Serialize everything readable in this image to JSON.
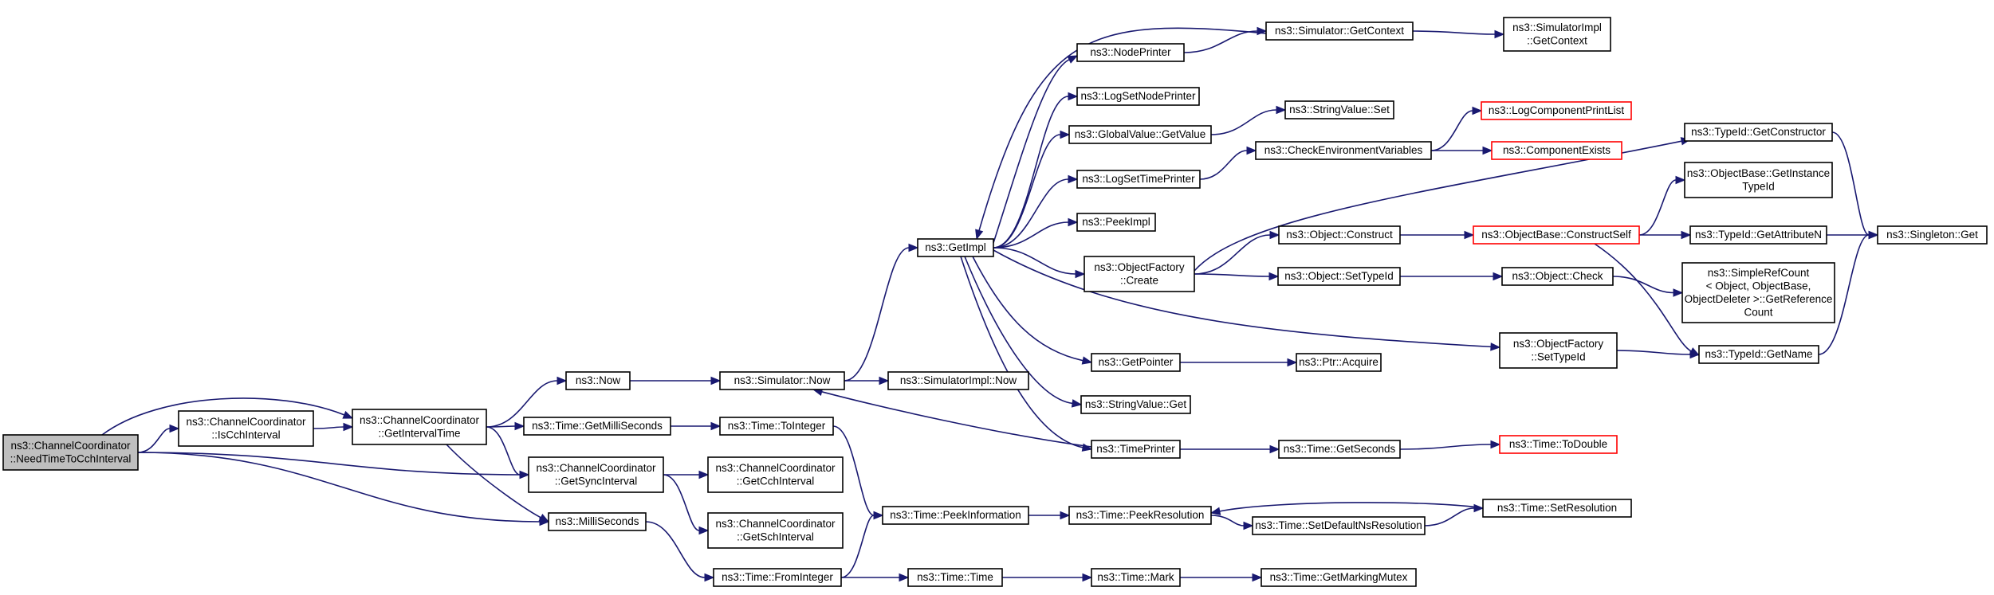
{
  "nodes": [
    {
      "id": "root",
      "lines": [
        "ns3::ChannelCoordinator",
        "::NeedTimeToCchInterval"
      ],
      "style": "root"
    },
    {
      "id": "iscch",
      "lines": [
        "ns3::ChannelCoordinator",
        "::IsCchInterval"
      ]
    },
    {
      "id": "getinterval",
      "lines": [
        "ns3::ChannelCoordinator",
        "::GetIntervalTime"
      ]
    },
    {
      "id": "now",
      "lines": [
        "ns3::Now"
      ]
    },
    {
      "id": "getms",
      "lines": [
        "ns3::Time::GetMilliSeconds"
      ]
    },
    {
      "id": "getsync",
      "lines": [
        "ns3::ChannelCoordinator",
        "::GetSyncInterval"
      ]
    },
    {
      "id": "millis",
      "lines": [
        "ns3::MilliSeconds"
      ]
    },
    {
      "id": "simnow",
      "lines": [
        "ns3::Simulator::Now"
      ]
    },
    {
      "id": "tointeger",
      "lines": [
        "ns3::Time::ToInteger"
      ]
    },
    {
      "id": "getcch",
      "lines": [
        "ns3::ChannelCoordinator",
        "::GetCchInterval"
      ]
    },
    {
      "id": "getsch",
      "lines": [
        "ns3::ChannelCoordinator",
        "::GetSchInterval"
      ]
    },
    {
      "id": "frominteger",
      "lines": [
        "ns3::Time::FromInteger"
      ]
    },
    {
      "id": "getimpl",
      "lines": [
        "ns3::GetImpl"
      ]
    },
    {
      "id": "simimplnow",
      "lines": [
        "ns3::SimulatorImpl::Now"
      ]
    },
    {
      "id": "peekinfo",
      "lines": [
        "ns3::Time::PeekInformation"
      ]
    },
    {
      "id": "timetime",
      "lines": [
        "ns3::Time::Time"
      ]
    },
    {
      "id": "nodeprinter",
      "lines": [
        "ns3::NodePrinter"
      ]
    },
    {
      "id": "logsetnode",
      "lines": [
        "ns3::LogSetNodePrinter"
      ]
    },
    {
      "id": "gvgetvalue",
      "lines": [
        "ns3::GlobalValue::GetValue"
      ]
    },
    {
      "id": "logsettime",
      "lines": [
        "ns3::LogSetTimePrinter"
      ]
    },
    {
      "id": "peekimpl",
      "lines": [
        "ns3::PeekImpl"
      ]
    },
    {
      "id": "ofcreate",
      "lines": [
        "ns3::ObjectFactory",
        "::Create"
      ]
    },
    {
      "id": "getpointer",
      "lines": [
        "ns3::GetPointer"
      ]
    },
    {
      "id": "svget",
      "lines": [
        "ns3::StringValue::Get"
      ]
    },
    {
      "id": "timeprinter",
      "lines": [
        "ns3::TimePrinter"
      ]
    },
    {
      "id": "peekres",
      "lines": [
        "ns3::Time::PeekResolution"
      ]
    },
    {
      "id": "mark",
      "lines": [
        "ns3::Time::Mark"
      ]
    },
    {
      "id": "simgetctx",
      "lines": [
        "ns3::Simulator::GetContext"
      ]
    },
    {
      "id": "svset",
      "lines": [
        "ns3::StringValue::Set"
      ]
    },
    {
      "id": "checkenv",
      "lines": [
        "ns3::CheckEnvironmentVariables"
      ]
    },
    {
      "id": "objconstruct",
      "lines": [
        "ns3::Object::Construct"
      ]
    },
    {
      "id": "objsettypeid",
      "lines": [
        "ns3::Object::SetTypeId"
      ]
    },
    {
      "id": "ptracquire",
      "lines": [
        "ns3::Ptr::Acquire"
      ]
    },
    {
      "id": "getseconds",
      "lines": [
        "ns3::Time::GetSeconds"
      ]
    },
    {
      "id": "setdefaultns",
      "lines": [
        "ns3::Time::SetDefaultNsResolution"
      ]
    },
    {
      "id": "getmarkmutex",
      "lines": [
        "ns3::Time::GetMarkingMutex"
      ]
    },
    {
      "id": "simimplctx",
      "lines": [
        "ns3::SimulatorImpl",
        "::GetContext"
      ]
    },
    {
      "id": "logcomplist",
      "lines": [
        "ns3::LogComponentPrintList"
      ],
      "style": "trunc"
    },
    {
      "id": "compexists",
      "lines": [
        "ns3::ComponentExists"
      ],
      "style": "trunc"
    },
    {
      "id": "constructself",
      "lines": [
        "ns3::ObjectBase::ConstructSelf"
      ],
      "style": "trunc"
    },
    {
      "id": "objcheck",
      "lines": [
        "ns3::Object::Check"
      ]
    },
    {
      "id": "ofsettypeid",
      "lines": [
        "ns3::ObjectFactory",
        "::SetTypeId"
      ]
    },
    {
      "id": "todouble",
      "lines": [
        "ns3::Time::ToDouble"
      ],
      "style": "trunc"
    },
    {
      "id": "setres",
      "lines": [
        "ns3::Time::SetResolution"
      ]
    },
    {
      "id": "getconstructor",
      "lines": [
        "ns3::TypeId::GetConstructor"
      ]
    },
    {
      "id": "getinsttypeid",
      "lines": [
        "ns3::ObjectBase::GetInstance",
        "TypeId"
      ]
    },
    {
      "id": "getattrn",
      "lines": [
        "ns3::TypeId::GetAttributeN"
      ]
    },
    {
      "id": "simplerefcount",
      "lines": [
        "ns3::SimpleRefCount",
        "< Object, ObjectBase,",
        "ObjectDeleter >::GetReference",
        "Count"
      ]
    },
    {
      "id": "getname",
      "lines": [
        "ns3::TypeId::GetName"
      ]
    },
    {
      "id": "singleton",
      "lines": [
        "ns3::Singleton::Get"
      ]
    }
  ],
  "edges": [
    [
      "root",
      "iscch"
    ],
    [
      "root",
      "getinterval"
    ],
    [
      "root",
      "getsync"
    ],
    [
      "root",
      "millis"
    ],
    [
      "iscch",
      "getinterval"
    ],
    [
      "getinterval",
      "now"
    ],
    [
      "getinterval",
      "getms"
    ],
    [
      "getinterval",
      "getsync"
    ],
    [
      "getinterval",
      "millis"
    ],
    [
      "now",
      "simnow"
    ],
    [
      "getms",
      "tointeger"
    ],
    [
      "getsync",
      "getcch"
    ],
    [
      "getsync",
      "getsch"
    ],
    [
      "millis",
      "frominteger"
    ],
    [
      "simnow",
      "getimpl"
    ],
    [
      "simnow",
      "simimplnow"
    ],
    [
      "tointeger",
      "peekinfo"
    ],
    [
      "frominteger",
      "peekinfo"
    ],
    [
      "frominteger",
      "timetime"
    ],
    [
      "getimpl",
      "nodeprinter"
    ],
    [
      "getimpl",
      "logsetnode"
    ],
    [
      "getimpl",
      "gvgetvalue"
    ],
    [
      "getimpl",
      "logsettime"
    ],
    [
      "getimpl",
      "peekimpl"
    ],
    [
      "getimpl",
      "ofcreate"
    ],
    [
      "getimpl",
      "getpointer"
    ],
    [
      "getimpl",
      "svget"
    ],
    [
      "getimpl",
      "timeprinter"
    ],
    [
      "getimpl",
      "ofsettypeid"
    ],
    [
      "peekinfo",
      "peekres"
    ],
    [
      "timetime",
      "mark"
    ],
    [
      "nodeprinter",
      "simgetctx"
    ],
    [
      "gvgetvalue",
      "svset"
    ],
    [
      "logsettime",
      "checkenv"
    ],
    [
      "ofcreate",
      "objconstruct"
    ],
    [
      "ofcreate",
      "objsettypeid"
    ],
    [
      "ofcreate",
      "getconstructor"
    ],
    [
      "getpointer",
      "ptracquire"
    ],
    [
      "timeprinter",
      "getseconds"
    ],
    [
      "timeprinter",
      "simnow"
    ],
    [
      "peekres",
      "setdefaultns"
    ],
    [
      "mark",
      "getmarkmutex"
    ],
    [
      "simgetctx",
      "simimplctx"
    ],
    [
      "simgetctx",
      "getimpl"
    ],
    [
      "checkenv",
      "logcomplist"
    ],
    [
      "checkenv",
      "compexists"
    ],
    [
      "objconstruct",
      "constructself"
    ],
    [
      "objsettypeid",
      "objcheck"
    ],
    [
      "getseconds",
      "todouble"
    ],
    [
      "setdefaultns",
      "setres"
    ],
    [
      "setres",
      "peekres"
    ],
    [
      "constructself",
      "getinsttypeid"
    ],
    [
      "constructself",
      "getattrn"
    ],
    [
      "constructself",
      "getname"
    ],
    [
      "objcheck",
      "simplerefcount"
    ],
    [
      "ofsettypeid",
      "getname"
    ],
    [
      "getconstructor",
      "singleton"
    ],
    [
      "getattrn",
      "singleton"
    ],
    [
      "getname",
      "singleton"
    ]
  ]
}
